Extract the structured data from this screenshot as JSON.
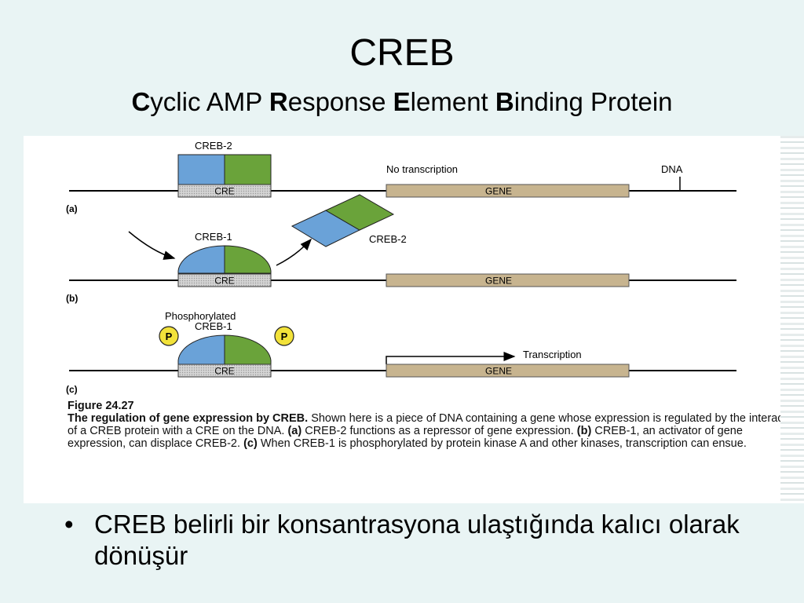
{
  "slide": {
    "title": "CREB",
    "subtitle_parts": [
      {
        "bold": "C",
        "rest": "yclic AMP "
      },
      {
        "bold": "R",
        "rest": "esponse "
      },
      {
        "bold": "E",
        "rest": "lement "
      },
      {
        "bold": "B",
        "rest": "inding Protein"
      }
    ],
    "bullet": "CREB belirli bir konsantrasyona ulaştığında kalıcı olarak dönüşür"
  },
  "diagram": {
    "panel_a": {
      "label": "(a)",
      "protein_label": "CREB-2",
      "element_label": "CRE",
      "gene_label": "GENE",
      "status_text": "No transcription",
      "dna_label": "DNA"
    },
    "panel_b": {
      "label": "(b)",
      "protein_label": "CREB-1",
      "displaced_label": "CREB-2",
      "element_label": "CRE",
      "gene_label": "GENE"
    },
    "panel_c": {
      "label": "(c)",
      "protein_label_line1": "Phosphorylated",
      "protein_label_line2": "CREB-1",
      "phosphate_left": "P",
      "phosphate_right": "P",
      "element_label": "CRE",
      "gene_label": "GENE",
      "status_text": "Transcription"
    },
    "colors": {
      "blue": "#6aa2d8",
      "green": "#6aa33a",
      "gene": "#c7b48f",
      "phosphate": "#f2e23a"
    }
  },
  "caption": {
    "figure_number": "Figure 24.27",
    "bold_lead": "The regulation of gene expression by CREB.",
    "text_1": " Shown here is a piece of DNA containing a gene whose expression is regulated by the interaction of a CREB protein with a CRE on the DNA. ",
    "part_a": "(a)",
    "text_2": " CREB-2 functions as a repressor of gene expression. ",
    "part_b": "(b)",
    "text_3": " CREB-1, an activator of gene expression, can displace CREB-2. ",
    "part_c": "(c)",
    "text_4": " When CREB-1 is phosphorylated by protein kinase A and other kinases, transcription can ensue."
  }
}
